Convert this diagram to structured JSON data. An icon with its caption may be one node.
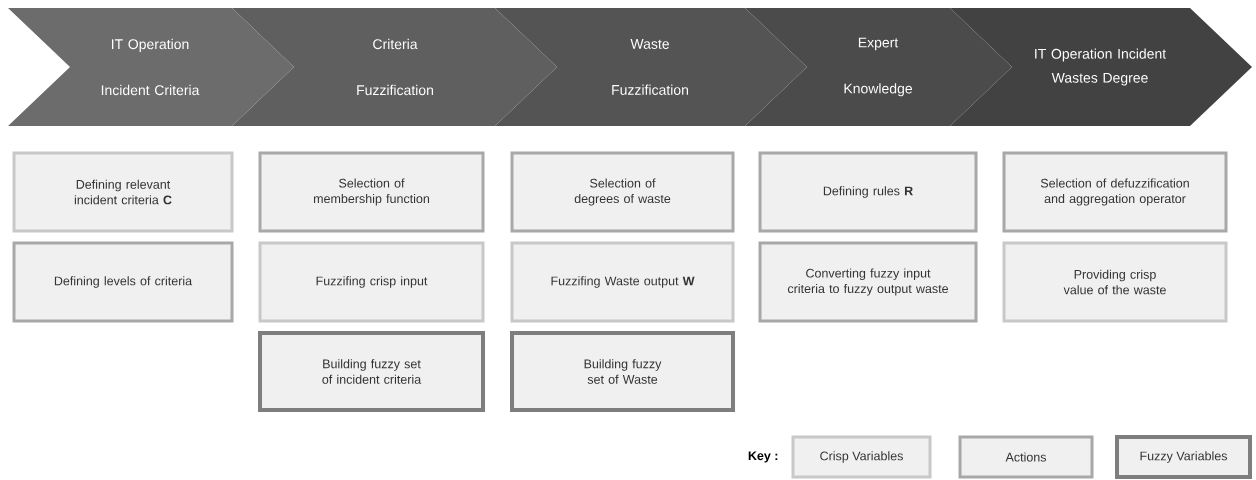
{
  "diagram": {
    "nodes": [
      {
        "text": [
          "IT Operation Incident Criteria"
        ]
      },
      {
        "text": [
          "Criteria Fuzzification"
        ]
      },
      {
        "text": [
          "Waste Fuzzification"
        ]
      },
      {
        "text": [
          "Expert Knowledge"
        ]
      },
      {
        "text": [
          "IT Operation Incident Wastes Degree"
        ]
      },
      {
        "text": [
          "Defining relevant incident criteria **C**"
        ]
      },
      {
        "text": [
          "Selection of membership function"
        ]
      },
      {
        "text": [
          "Selection of degrees of waste"
        ]
      },
      {
        "text": [
          "Defining rules **R**"
        ]
      },
      {
        "text": [
          "Selection of defuzzification and aggregation operator"
        ]
      },
      {
        "text": [
          "Defining levels of criteria"
        ]
      },
      {
        "text": [
          "Fuzzifing crisp input"
        ]
      },
      {
        "text": [
          "Fuzzifing Waste output **W**"
        ]
      },
      {
        "text": [
          "Converting fuzzy input criteria to fuzzy output waste"
        ]
      },
      {
        "text": [
          "Providing crisp value of the waste"
        ]
      },
      {
        "text": [
          "Building fuzzy set of incident criteria"
        ]
      },
      {
        "text": [
          "Building fuzzy set of Waste"
        ]
      }
    ],
    "edges": [
      {
        "from": 0,
        "to": 1,
        "arrow": "to"
      },
      {
        "from": 1,
        "to": 2,
        "arrow": "to"
      },
      {
        "from": 2,
        "to": 3,
        "arrow": "to"
      },
      {
        "from": 3,
        "to": 4,
        "arrow": "to"
      }
    ],
    "labels": [
      "Key :"
    ],
    "legend": [
      {
        "text": "Crisp Variables"
      },
      {
        "text": "Actions"
      },
      {
        "text": "Fuzzy Variables"
      }
    ]
  }
}
